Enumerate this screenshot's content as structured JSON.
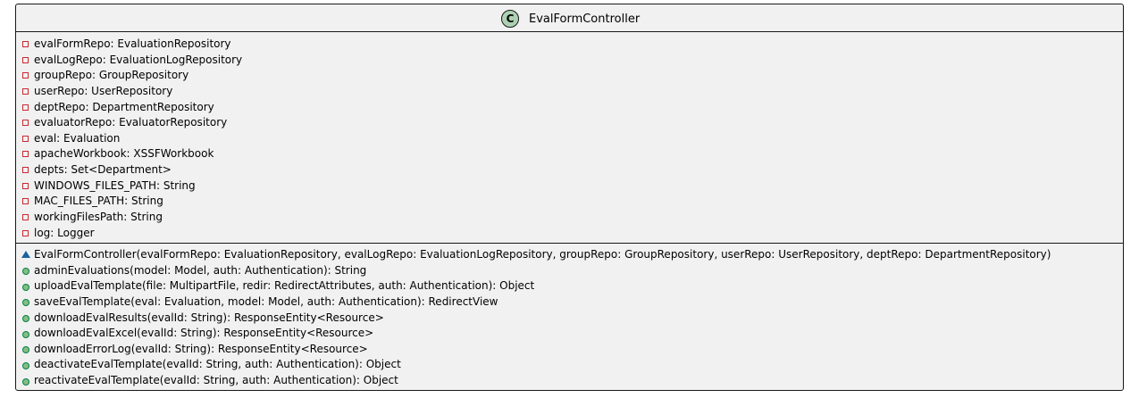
{
  "class_name": "EvalFormController",
  "class_stereotype_letter": "C",
  "attributes": [
    {
      "visibility": "private",
      "text": "evalFormRepo: EvaluationRepository"
    },
    {
      "visibility": "private",
      "text": "evalLogRepo: EvaluationLogRepository"
    },
    {
      "visibility": "private",
      "text": "groupRepo: GroupRepository"
    },
    {
      "visibility": "private",
      "text": "userRepo: UserRepository"
    },
    {
      "visibility": "private",
      "text": "deptRepo: DepartmentRepository"
    },
    {
      "visibility": "private",
      "text": "evaluatorRepo: EvaluatorRepository"
    },
    {
      "visibility": "private",
      "text": "eval: Evaluation"
    },
    {
      "visibility": "private",
      "text": "apacheWorkbook: XSSFWorkbook"
    },
    {
      "visibility": "private",
      "text": "depts: Set<Department>"
    },
    {
      "visibility": "private",
      "text": "WINDOWS_FILES_PATH: String"
    },
    {
      "visibility": "private",
      "text": "MAC_FILES_PATH: String"
    },
    {
      "visibility": "private",
      "text": "workingFilesPath: String"
    },
    {
      "visibility": "private",
      "text": "log: Logger"
    }
  ],
  "operations": [
    {
      "visibility": "package",
      "text": "EvalFormController(evalFormRepo: EvaluationRepository, evalLogRepo: EvaluationLogRepository, groupRepo: GroupRepository, userRepo: UserRepository, deptRepo: DepartmentRepository)"
    },
    {
      "visibility": "public",
      "text": "adminEvaluations(model: Model, auth: Authentication): String"
    },
    {
      "visibility": "public",
      "text": "uploadEvalTemplate(file: MultipartFile, redir: RedirectAttributes, auth: Authentication): Object"
    },
    {
      "visibility": "public",
      "text": "saveEvalTemplate(eval: Evaluation, model: Model, auth: Authentication): RedirectView"
    },
    {
      "visibility": "public",
      "text": "downloadEvalResults(evalId: String): ResponseEntity<Resource>"
    },
    {
      "visibility": "public",
      "text": "downloadEvalExcel(evalId: String): ResponseEntity<Resource>"
    },
    {
      "visibility": "public",
      "text": "downloadErrorLog(evalId: String): ResponseEntity<Resource>"
    },
    {
      "visibility": "public",
      "text": "deactivateEvalTemplate(evalId: String, auth: Authentication): Object"
    },
    {
      "visibility": "public",
      "text": "reactivateEvalTemplate(evalId: String, auth: Authentication): Object"
    }
  ],
  "colors": {
    "box_fill": "#f1f1f1",
    "border": "#181818",
    "class_icon_fill": "#add1b2",
    "private_marker": "#c82930",
    "public_marker_fill": "#84be84",
    "public_marker_border": "#038048",
    "package_marker": "#1963a0"
  }
}
